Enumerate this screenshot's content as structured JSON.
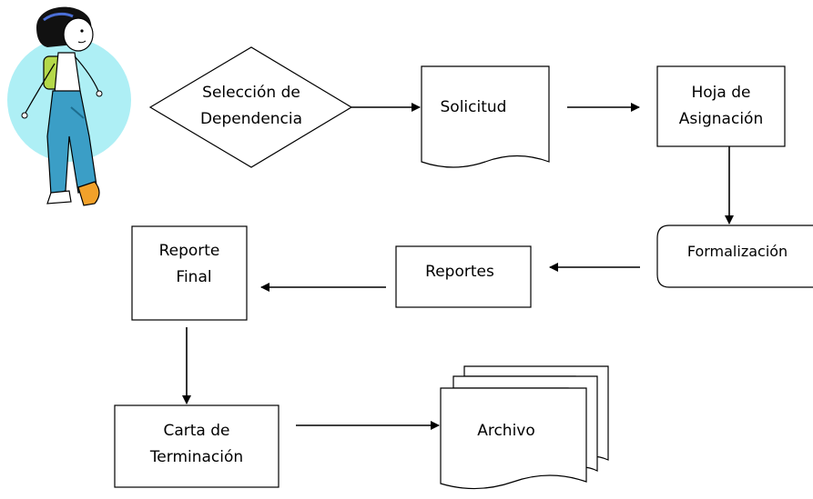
{
  "diagram": {
    "nodes": {
      "seleccion": {
        "line1": "Selección de",
        "line2": "Dependencia",
        "shape": "decision"
      },
      "solicitud": {
        "label": "Solicitud",
        "shape": "document"
      },
      "hoja": {
        "line1": "Hoja de",
        "line2": "Asignación",
        "shape": "process"
      },
      "formalizacion": {
        "label": "Formalización",
        "shape": "terminator"
      },
      "reportes": {
        "label": "Reportes",
        "shape": "process"
      },
      "reporte_final": {
        "line1": "Reporte",
        "line2": "Final",
        "shape": "process"
      },
      "carta": {
        "line1": "Carta de",
        "line2": "Terminación",
        "shape": "process"
      },
      "archivo": {
        "label": "Archivo",
        "shape": "multi-document"
      }
    },
    "edges": [
      {
        "from": "Selección de Dependencia",
        "to": "Solicitud"
      },
      {
        "from": "Solicitud",
        "to": "Hoja de Asignación"
      },
      {
        "from": "Hoja de Asignación",
        "to": "Formalización"
      },
      {
        "from": "Formalización",
        "to": "Reportes"
      },
      {
        "from": "Reportes",
        "to": "Reporte Final"
      },
      {
        "from": "Reporte Final",
        "to": "Carta de Terminación"
      },
      {
        "from": "Carta de Terminación",
        "to": "Archivo"
      }
    ]
  },
  "illustration": {
    "icon": "student-girl-icon",
    "bg_color": "#aeeff5"
  },
  "colors": {
    "stroke": "#000000",
    "fill": "#ffffff"
  }
}
